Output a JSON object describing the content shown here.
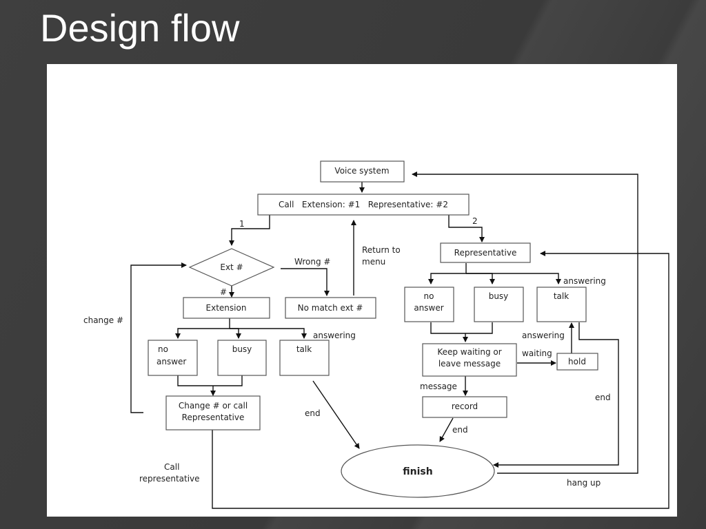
{
  "title": "Design flow",
  "nodes": {
    "voice_system": "Voice system",
    "menu": "Call   Extension: #1   Representative: #2",
    "ext_decision": "Ext #",
    "extension": "Extension",
    "no_match": "No match ext #",
    "ext_no_answer_1": "no",
    "ext_no_answer_2": "answer",
    "ext_busy": "busy",
    "ext_talk": "talk",
    "change_call_1": "Change # or call",
    "change_call_2": "Representative",
    "representative": "Representative",
    "rep_no_answer_1": "no",
    "rep_no_answer_2": "answer",
    "rep_busy": "busy",
    "rep_talk": "talk",
    "keep_waiting_1": "Keep waiting or",
    "keep_waiting_2": "leave message",
    "hold": "hold",
    "record": "record",
    "finish": "finish"
  },
  "edge_labels": {
    "one": "1",
    "two": "2",
    "wrong": "Wrong #",
    "hash": "#",
    "return_1": "Return to",
    "return_2": "menu",
    "change": "change #",
    "answering_ext": "answering",
    "answering_rep": "answering",
    "answering_hold": "answering",
    "waiting": "waiting",
    "message": "message",
    "end_ext": "end",
    "end_record": "end",
    "end_rep": "end",
    "call_rep_1": "Call",
    "call_rep_2": "representative",
    "hang_up": "hang up"
  }
}
